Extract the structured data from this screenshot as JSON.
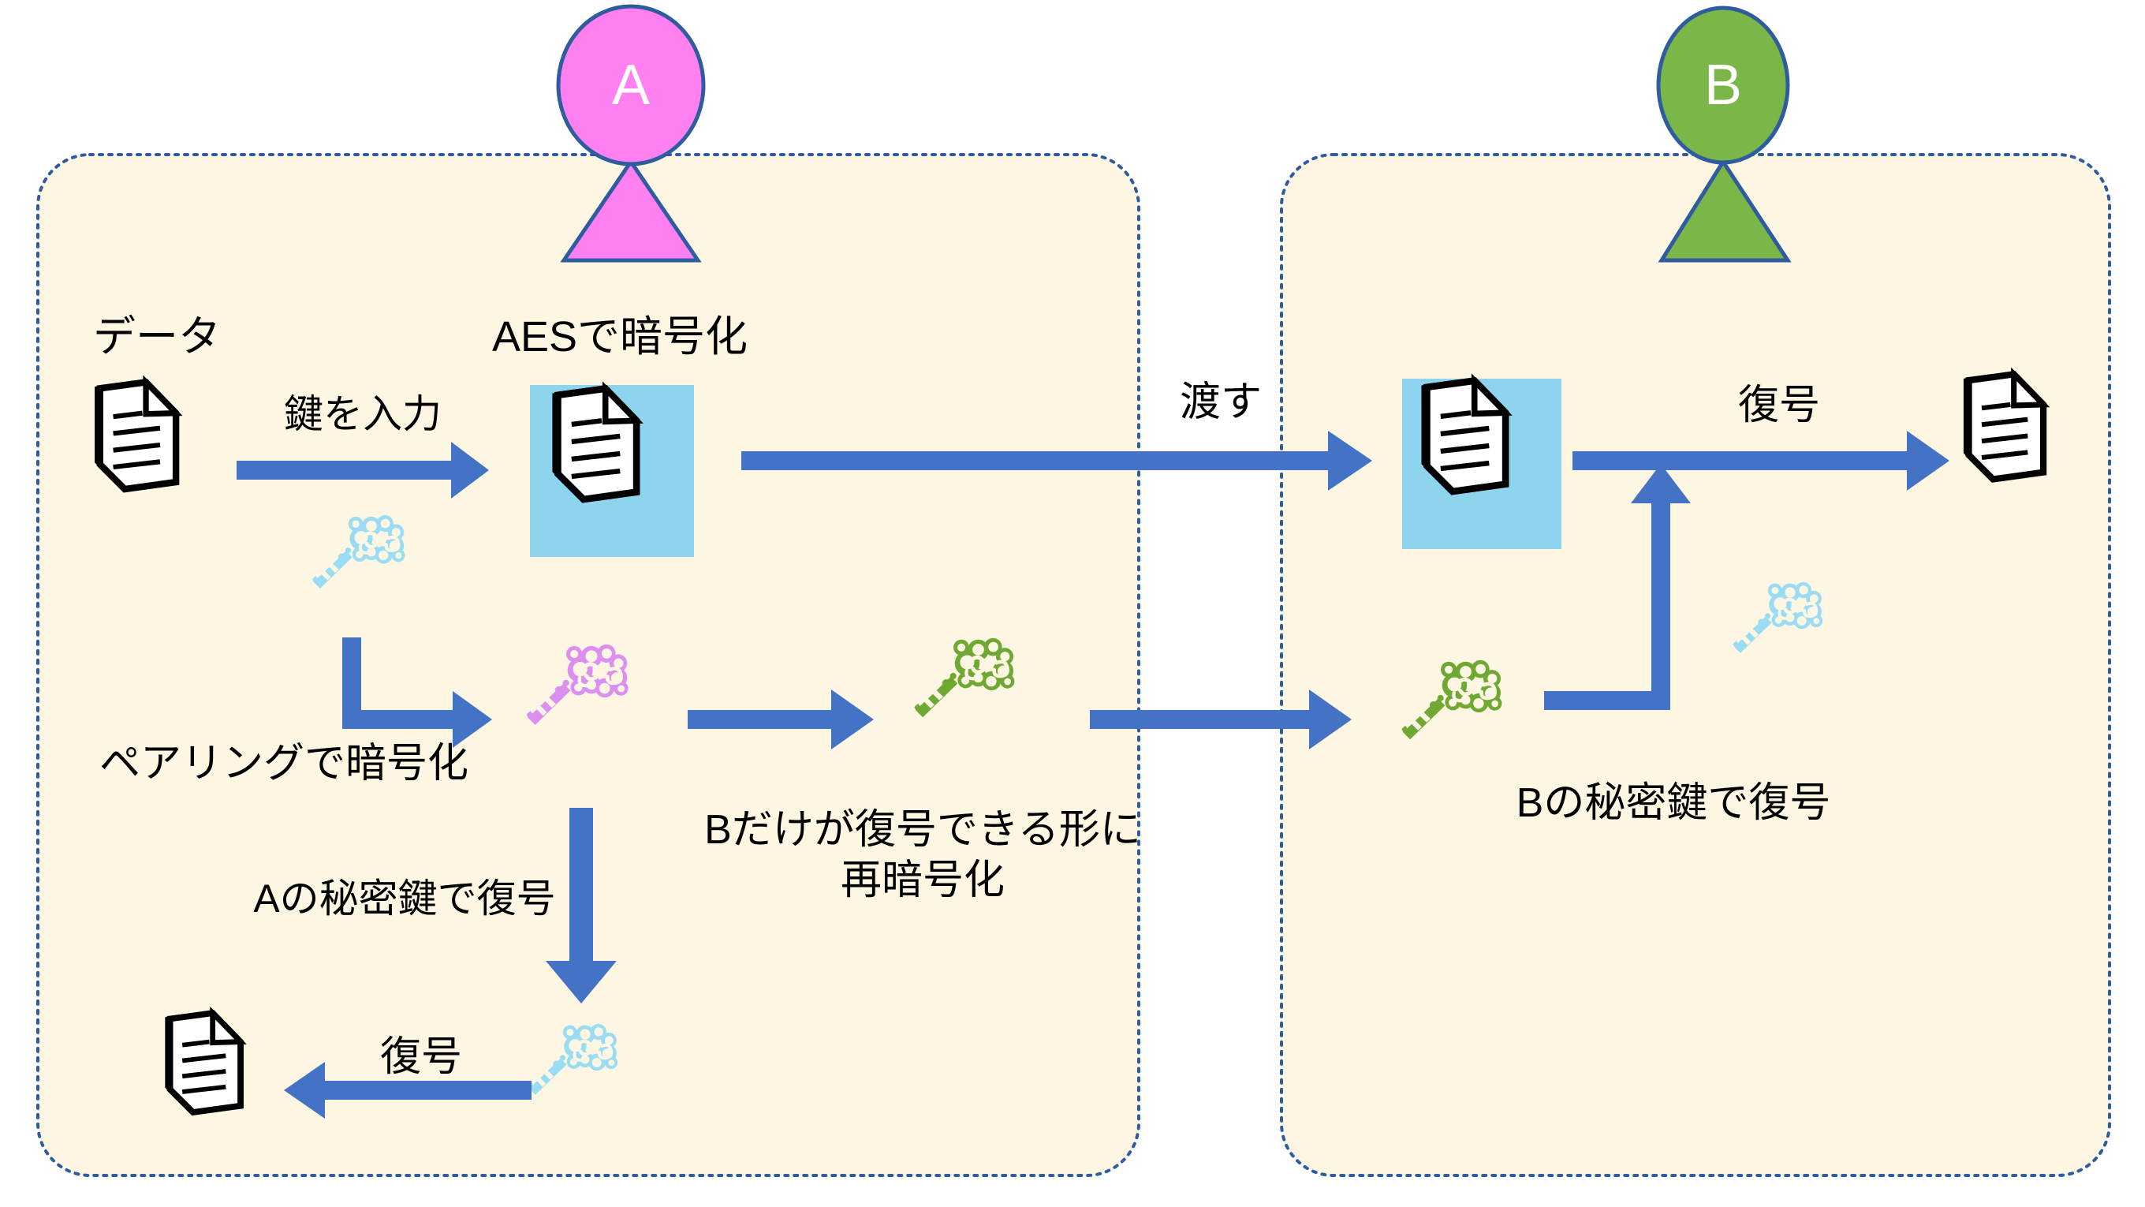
{
  "diagram": {
    "title_actors": [
      {
        "id": "A",
        "label": "A",
        "head_color": "#FF80F0",
        "outline_color": "#2E5C9E"
      },
      {
        "id": "B",
        "label": "B",
        "head_color": "#7AB648",
        "outline_color": "#2E5C9E"
      }
    ],
    "panels": [
      {
        "id": "panel-a",
        "owner": "A",
        "fill": "#FDF6E3",
        "border": "#2E5C9E"
      },
      {
        "id": "panel-b",
        "owner": "B",
        "fill": "#FDF6E3",
        "border": "#2E5C9E"
      }
    ],
    "colors": {
      "arrow": "#4472C4",
      "doc_highlight": "#8FD4EE",
      "key_blue": "#9BDCF5",
      "key_pink": "#DD8FF0",
      "key_green": "#6FA832",
      "panel_fill": "#FDF6E3",
      "panel_border": "#2E5C9E",
      "text": "#000000"
    },
    "labels": {
      "data": "データ",
      "aes_encrypt": "AESで暗号化",
      "key_input": "鍵を入力",
      "pairing_encrypt": "ペアリングで暗号化",
      "decrypt_with_a_private_key": "Aの秘密鍵で復号",
      "reencrypt_for_b": "Bだけが復号できる形に\n再暗号化",
      "reencrypt_for_b_line1": "Bだけが復号できる形に",
      "reencrypt_for_b_line2": "再暗号化",
      "hand_over": "渡す",
      "decrypt_left_bottom": "復号",
      "decrypt_right_top": "復号",
      "decrypt_with_b_private_key": "Bの秘密鍵で復号"
    },
    "icons": {
      "document_plain": "document-icon",
      "document_encrypted": "encrypted-document-icon",
      "key_blue": "blue-key-icon",
      "key_pink": "pink-key-icon",
      "key_green": "green-key-icon",
      "actor_head": "actor-head-icon",
      "actor_body": "actor-body-icon",
      "arrow": "arrow-icon"
    },
    "flow_steps": [
      {
        "step": 1,
        "from": "データ",
        "to": "AESで暗号化",
        "label": "鍵を入力",
        "actor": "A"
      },
      {
        "step": 2,
        "from": "鍵",
        "to": "ペアリング暗号鍵",
        "label": "ペアリングで暗号化",
        "actor": "A"
      },
      {
        "step": 3,
        "from": "ペアリング暗号鍵",
        "to": "再暗号化鍵",
        "label": "Bだけが復号できる形に 再暗号化",
        "actor": "A"
      },
      {
        "step": 4,
        "from": "A",
        "to": "B",
        "label": "渡す",
        "actor": "A→B"
      },
      {
        "step": 5,
        "from": "ペアリング暗号鍵",
        "to": "平文鍵",
        "label": "Aの秘密鍵で復号",
        "actor": "A"
      },
      {
        "step": 6,
        "from": "平文鍵",
        "to": "データ",
        "label": "復号",
        "actor": "A"
      },
      {
        "step": 7,
        "from": "再暗号化鍵",
        "to": "Bの鍵",
        "label": "Bの秘密鍵で復号",
        "actor": "B"
      },
      {
        "step": 8,
        "from": "暗号化データ",
        "to": "データ",
        "label": "復号",
        "actor": "B"
      }
    ]
  }
}
